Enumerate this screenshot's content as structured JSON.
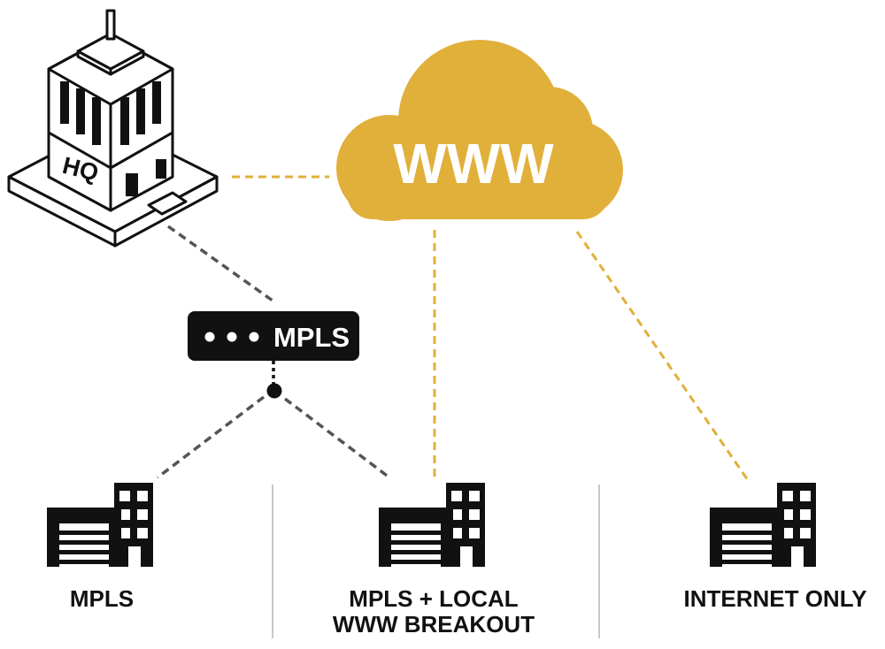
{
  "colors": {
    "ink": "#111111",
    "accent": "#e1b03a",
    "link_dark": "#555555",
    "divider": "#c8c8c8",
    "white": "#ffffff"
  },
  "hq": {
    "label": "HQ",
    "icon": "hq-skyscraper-icon"
  },
  "cloud": {
    "label": "WWW",
    "icon": "cloud-icon"
  },
  "mpls_hub": {
    "label": "MPLS",
    "icon": "mpls-router-icon"
  },
  "branches": [
    {
      "key": "mpls",
      "icon": "branch-building-icon",
      "line1": "MPLS",
      "line2": ""
    },
    {
      "key": "mpls-local-breakout",
      "icon": "branch-building-icon",
      "line1": "MPLS + LOCAL",
      "line2": "WWW BREAKOUT"
    },
    {
      "key": "internet-only",
      "icon": "branch-building-icon",
      "line1": "INTERNET ONLY",
      "line2": ""
    }
  ]
}
